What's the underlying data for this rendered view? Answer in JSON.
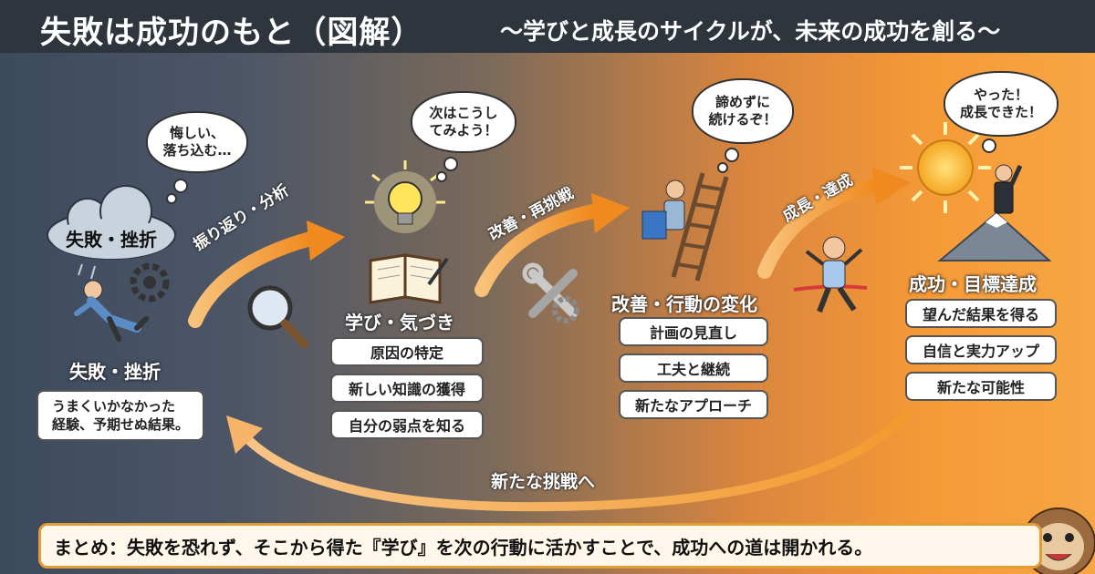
{
  "header": {
    "title": "失敗は成功のもと（図解）",
    "subtitle": "〜学びと成長のサイクルが、未来の成功を創る〜"
  },
  "stages": {
    "failure": {
      "cloud_label": "失敗・挫折",
      "thought": "悔しい、\n落ち込む…",
      "title": "失敗・挫折",
      "desc": "うまくいかなかった\n経験、予期せぬ結果。"
    },
    "learning": {
      "thought": "次はこうし\nてみよう！",
      "title": "学び・気づき",
      "items": [
        "原因の特定",
        "新しい知識の獲得",
        "自分の弱点を知る"
      ]
    },
    "improvement": {
      "thought": "諦めずに\n続けるぞ！",
      "title": "改善・行動の変化",
      "items": [
        "計画の見直し",
        "工夫と継続",
        "新たなアプローチ"
      ]
    },
    "success": {
      "thought": "やった！\n成長できた！",
      "title": "成功・目標達成",
      "items": [
        "望んだ結果を得る",
        "自信と実力アップ",
        "新たな可能性"
      ]
    }
  },
  "arrows": {
    "reflect": "振り返り・分析",
    "retry": "改善・再挑戦",
    "growth": "成長・達成",
    "new_challenge": "新たな挑戦へ"
  },
  "summary": "まとめ：失敗を恐れず、そこから得た『学び』を次の行動に活かすことで、成功への道は開かれる。",
  "colors": {
    "header_bg": "#2f353d",
    "arrow": "#f39a2e",
    "summary_border": "#e39b34"
  }
}
